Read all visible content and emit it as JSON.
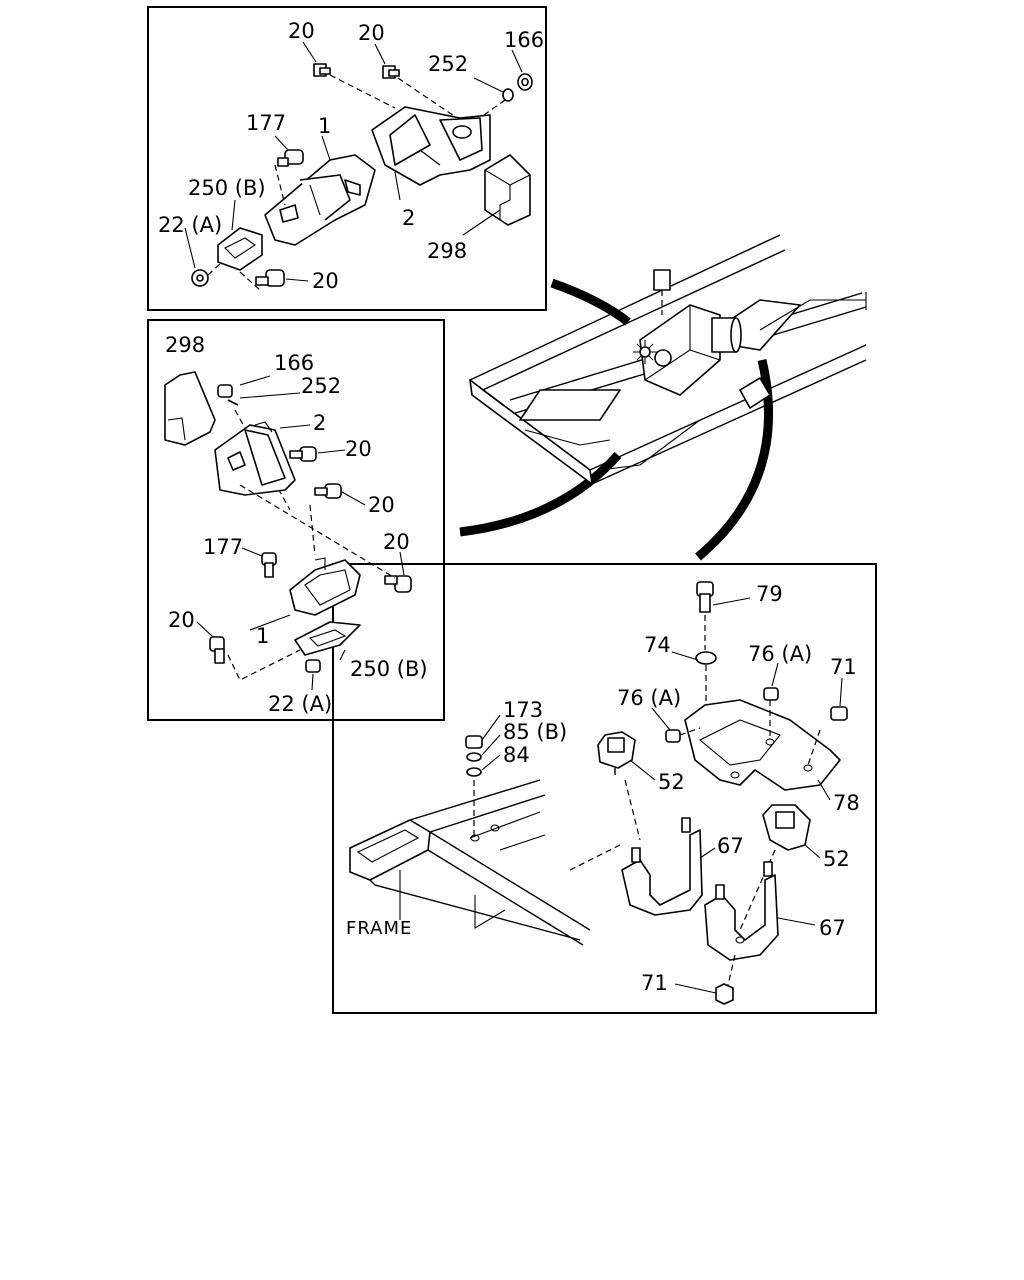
{
  "panel_top": {
    "labels": {
      "l20a": "20",
      "l20b": "20",
      "l166": "166",
      "l252": "252",
      "l177": "177",
      "l1": "1",
      "l250b": "250 (B)",
      "l22a": "22 (A)",
      "l2": "2",
      "l298": "298",
      "l20c": "20"
    }
  },
  "panel_mid": {
    "labels": {
      "l298": "298",
      "l166": "166",
      "l252": "252",
      "l2": "2",
      "l20a": "20",
      "l20b": "20",
      "l20c": "20",
      "l177": "177",
      "l20d": "20",
      "l1": "1",
      "l250b": "250 (B)",
      "l22a": "22 (A)"
    }
  },
  "panel_bot": {
    "labels": {
      "l79": "79",
      "l74": "74",
      "l76a_r": "76 (A)",
      "l71_top": "71",
      "l76a_l": "76 (A)",
      "l173": "173",
      "l85b": "85 (B)",
      "l84": "84",
      "l52a": "52",
      "l78": "78",
      "l67a": "67",
      "l52b": "52",
      "frame": "FRAME",
      "l67b": "67",
      "l71_bot": "71"
    }
  }
}
